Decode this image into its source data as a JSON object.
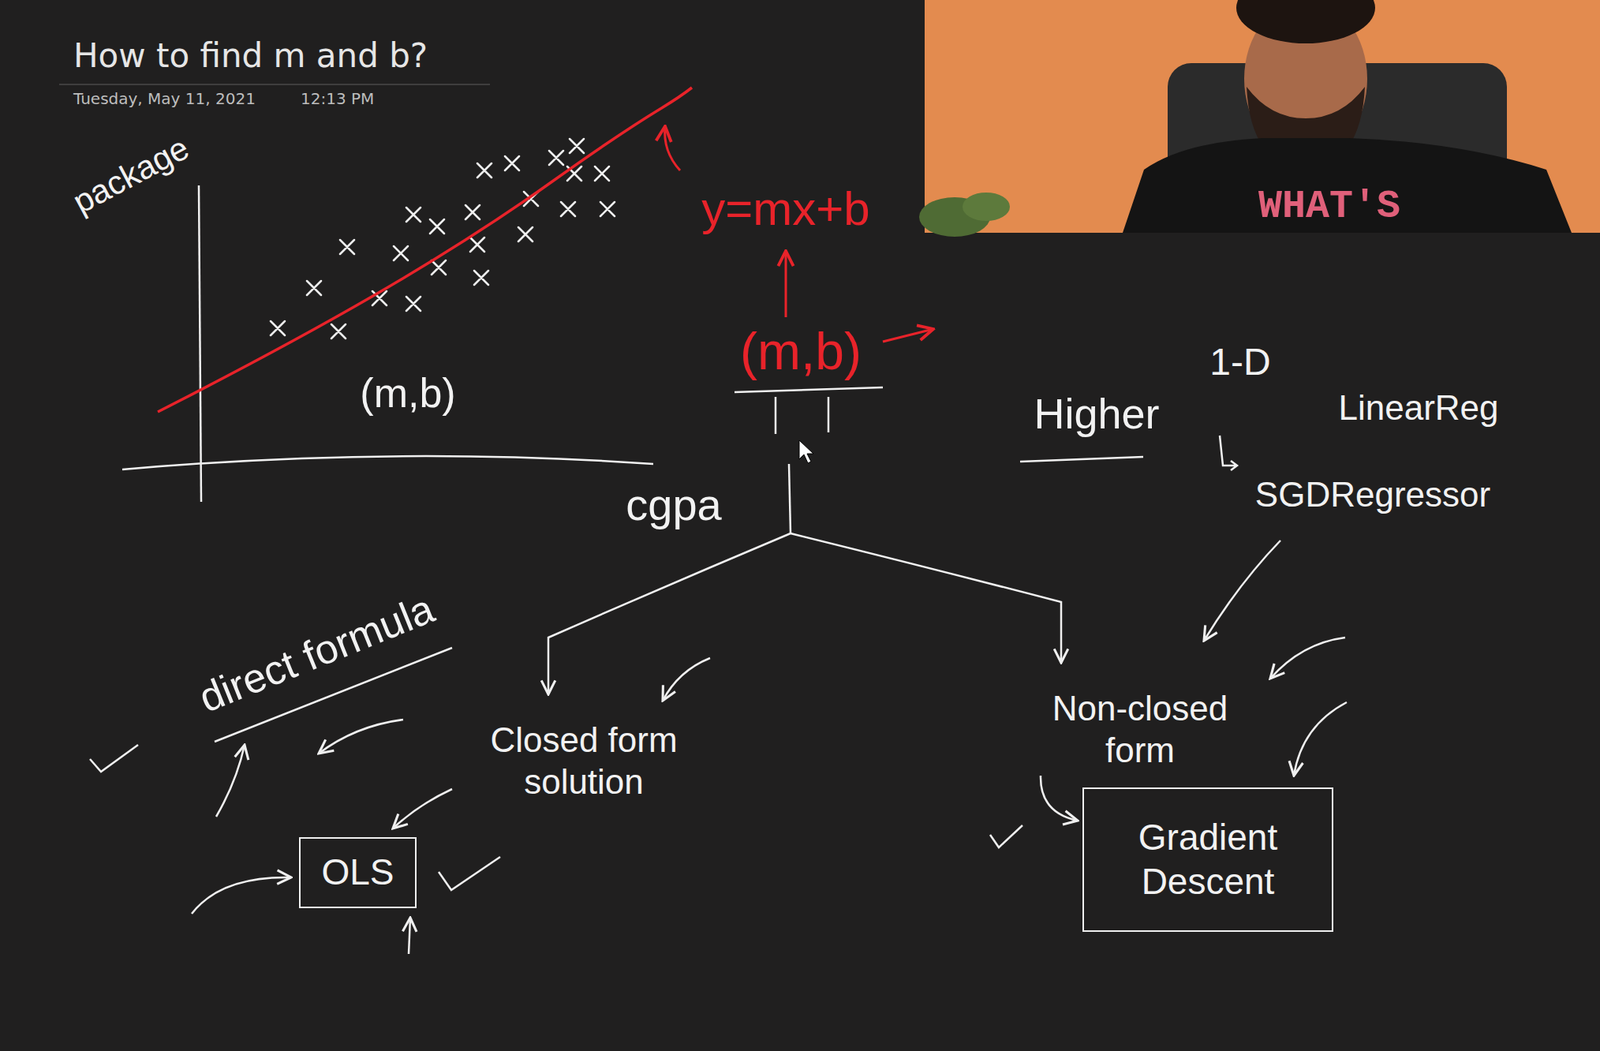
{
  "diagram": {
    "title": "How to find m and b?",
    "nodes": [
      {
        "text": [
          "OLS"
        ]
      },
      {
        "text": [
          "Gradient Descent"
        ]
      }
    ],
    "labels": [
      "Tuesday, May 11, 2021",
      "12:13 PM",
      "WHAT'S",
      "package",
      "(m,b)",
      "cgpa",
      "y=mx+b",
      "(m,b)",
      "Higher",
      "1-D",
      "LinearReg",
      "SGDRegressor",
      "direct formula",
      "Closed form solution",
      "Non-closed form"
    ]
  }
}
